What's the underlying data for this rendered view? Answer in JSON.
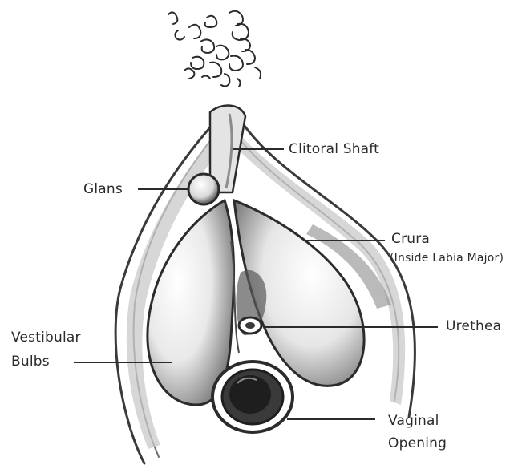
{
  "labels": {
    "clitoral_shaft": "Clitoral Shaft",
    "glans": "Glans",
    "crura": "Crura",
    "crura_note": "(Inside Labia Major)",
    "urethea": "Urethea",
    "vestibular_line1": "Vestibular",
    "vestibular_line2": "Bulbs",
    "vaginal_line1": "Vaginal",
    "vaginal_line2": "Opening"
  },
  "colors": {
    "ink": "#2b2b2b",
    "shade": "#8c8c8c",
    "light_shade": "#c9c9c9",
    "background": "#ffffff"
  }
}
